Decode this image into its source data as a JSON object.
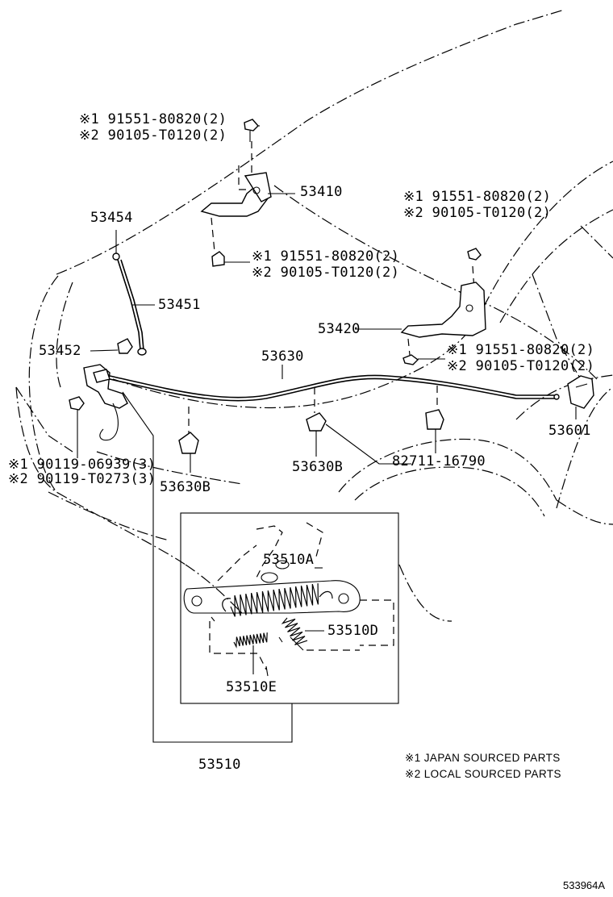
{
  "labels": {
    "hinge_bolt_top_1": "※1 91551-80820(2)",
    "hinge_bolt_top_2": "※2 90105-T0120(2)",
    "part_53410": "53410",
    "part_53454": "53454",
    "hinge_bolt_mid_1": "※1 91551-80820(2)",
    "hinge_bolt_mid_2": "※2 90105-T0120(2)",
    "part_53451": "53451",
    "hinge_bolt_right_1": "※1 91551-80820(2)",
    "hinge_bolt_right_2": "※2 90105-T0120(2)",
    "part_53420": "53420",
    "part_53452": "53452",
    "part_53630": "53630",
    "hinge_bolt_low_1": "※1 91551-80820(2)",
    "hinge_bolt_low_2": "※2 90105-T0120(2)",
    "part_53601": "53601",
    "lock_bolt_1": "※1 90119-06939(3)",
    "lock_bolt_2": "※2 90119-T0273(3)",
    "clamp_left": "53630B",
    "clamp_mid": "53630B",
    "clip_82711": "82711-16790",
    "spring_a": "53510A",
    "spring_d": "53510D",
    "spring_e": "53510E",
    "lock_assy": "53510"
  },
  "notes": {
    "note_1": "※1 JAPAN SOURCED PARTS",
    "note_2": "※2 LOCAL SOURCED PARTS"
  },
  "figure_id": "533964A"
}
